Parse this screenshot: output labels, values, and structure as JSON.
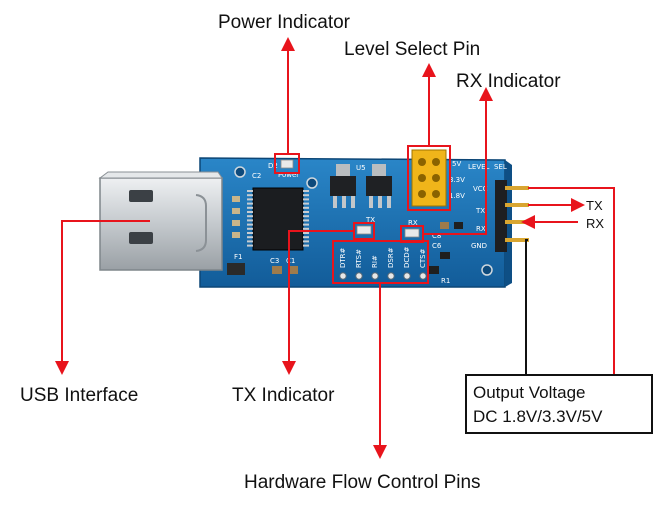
{
  "colors": {
    "annotation": "#e8141c",
    "pcb": "#1a6fb0",
    "pcb_dark": "#0f4f86",
    "usb_metal": "#cfd3d6",
    "jumper": "#f0b51a",
    "pin_gold": "#d9a631",
    "background": "#ffffff"
  },
  "labels": {
    "power_indicator": "Power Indicator",
    "level_select_pin": "Level Select Pin",
    "rx_indicator": "RX Indicator",
    "usb_interface": "USB Interface",
    "tx_indicator": "TX Indicator",
    "hardware_flow_control_pins": "Hardware Flow Control Pins",
    "tx_line": "TX",
    "rx_line": "RX",
    "output_voltage_line1": "Output Voltage",
    "output_voltage_line2": "DC 1.8V/3.3V/5V"
  },
  "silkscreen": {
    "power": "Power",
    "d2": "D2",
    "u5": "U5",
    "v5": "5V",
    "v33": "3.3V",
    "v18": "1.8V",
    "level": "LEVEL",
    "sel": "SEL",
    "vcc": "VCC",
    "tx": "TX",
    "rx": "RX",
    "gnd": "GND",
    "tx_led": "TX",
    "rx_led": "RX",
    "c8": "C8",
    "c6": "C6",
    "r1": "R1",
    "f1": "F1",
    "c3": "C3",
    "c1": "C1",
    "c2": "C2",
    "flow_pins": [
      "DTR#",
      "RTS#",
      "RI#",
      "DSR#",
      "DCD#",
      "CTS#"
    ]
  }
}
